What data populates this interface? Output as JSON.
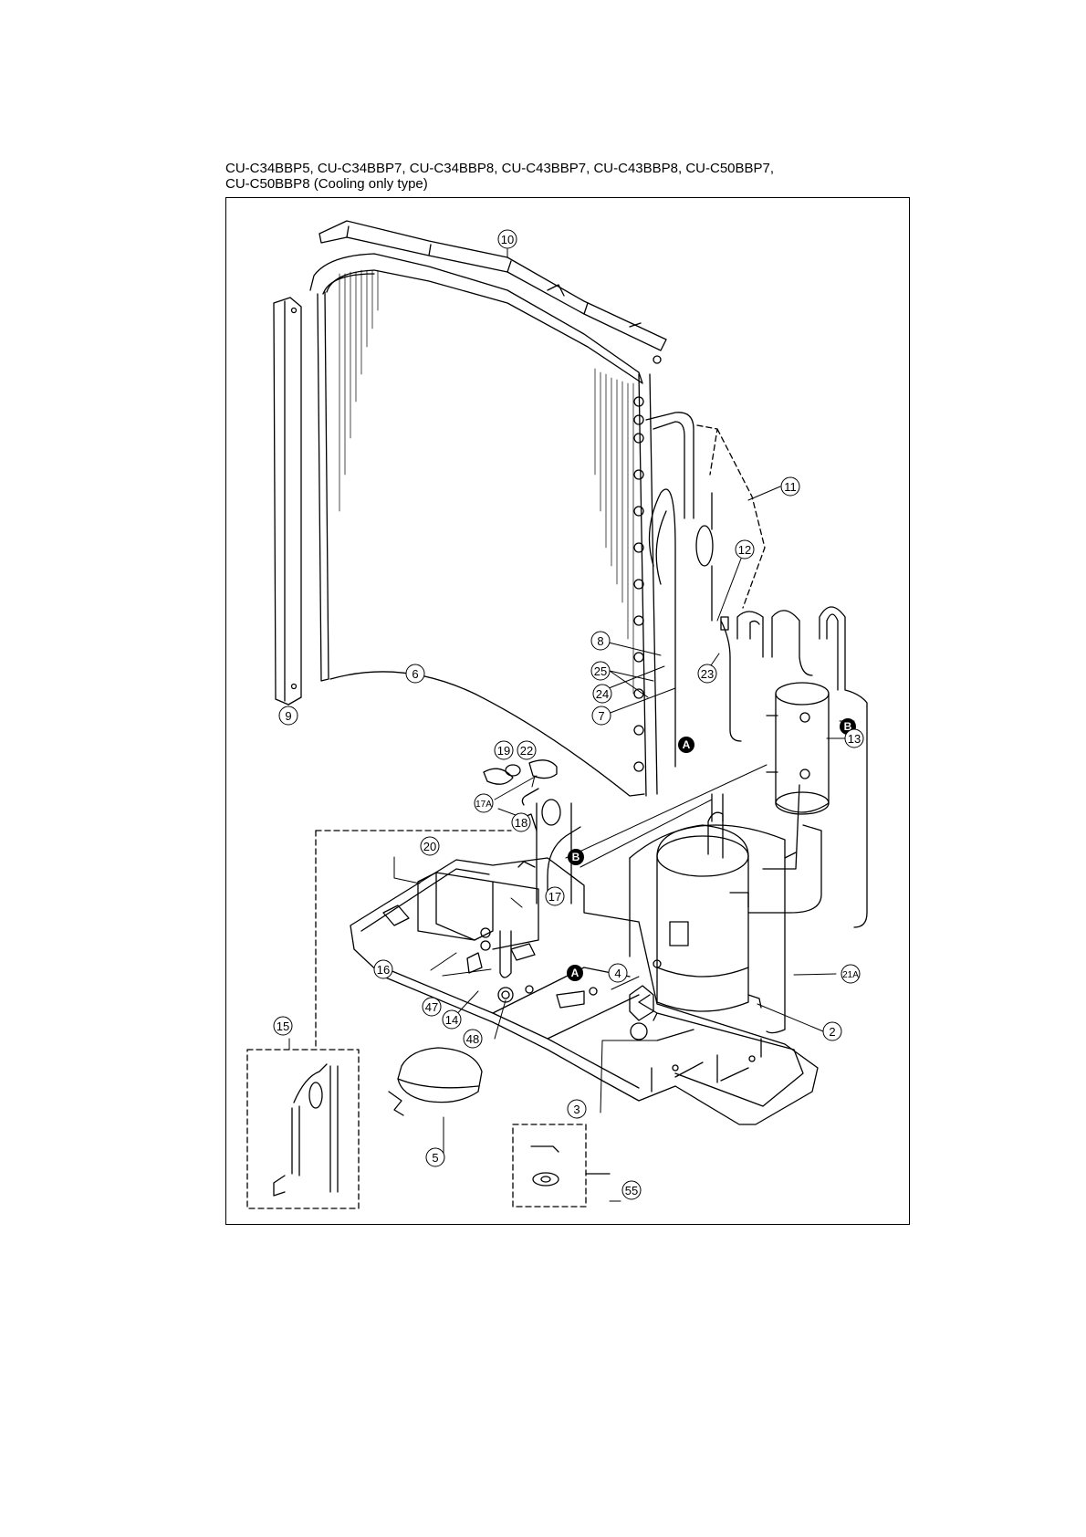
{
  "caption": {
    "line1": "CU-C34BBP5, CU-C34BBP7, CU-C34BBP8, CU-C43BBP7, CU-C43BBP8, CU-C50BBP7,",
    "line2": "CU-C50BBP8 (Cooling only type)"
  },
  "callouts": {
    "c2": "2",
    "c3": "3",
    "c4": "4",
    "c5": "5",
    "c6": "6",
    "c7": "7",
    "c8": "8",
    "c9": "9",
    "c10": "10",
    "c11": "11",
    "c12": "12",
    "c13": "13",
    "c14": "14",
    "c15": "15",
    "c16": "16",
    "c17": "17",
    "c17a": "17A",
    "c18": "18",
    "c19": "19",
    "c20": "20",
    "c21a": "21A",
    "c22": "22",
    "c23": "23",
    "c24": "24",
    "c25": "25",
    "c47": "47",
    "c48": "48",
    "c55": "55"
  },
  "connectors": {
    "a": "A",
    "b": "B"
  }
}
